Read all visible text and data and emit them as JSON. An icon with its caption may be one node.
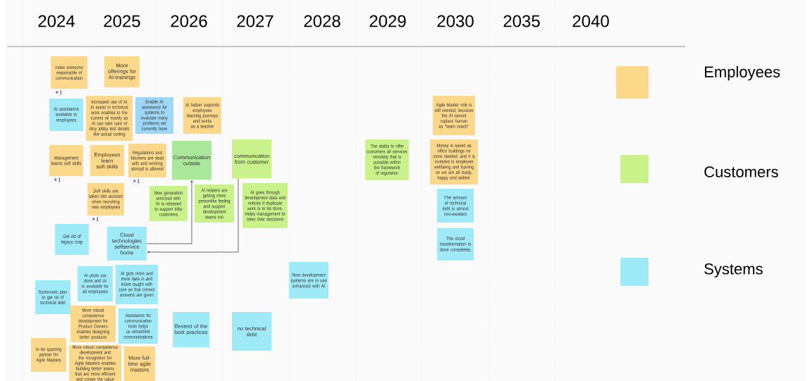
{
  "diagram": {
    "nodes": [
      {
        "text": [
          "make someone responsible of communication"
        ],
        "beside": [
          "1"
        ]
      },
      {
        "text": [
          "More offerings for AI-trainings"
        ]
      },
      {
        "text": [
          "AI assistance available to employees"
        ]
      },
      {
        "text": [
          "Increased use of AI to assist in technical work enables to the current oil mainly as AI can take care of dirty jobby test details like actual coding"
        ]
      },
      {
        "text": [
          "Enable AI assistance for systems to evaluate many problems we currently have"
        ]
      },
      {
        "text": [
          "AI helper supports employees learning journeys and works as a teacher"
        ]
      },
      {
        "text": [
          "Agile Master role is still needed, because the AI cannot replace human as \"team coach\""
        ]
      },
      {
        "text": [
          "Management learns soft skills"
        ],
        "beside": [
          "1"
        ]
      },
      {
        "text": [
          "Employees learn soft skills"
        ]
      },
      {
        "text": [
          "Regulations and blockers are dealt with and working abroad is allowed"
        ],
        "beside": [
          "1"
        ]
      },
      {
        "text": [
          "Communication outside"
        ]
      },
      {
        "text": [
          "communication from customer"
        ]
      },
      {
        "text": [
          "The ability to offer customers all services remotely that is possible within the framework of regulation"
        ]
      },
      {
        "text": [
          "Money is saved as office buildings no more needed, and it is invested in employee wellbeing and training so we are all ready, happy and skilled."
        ]
      },
      {
        "text": [
          "Soft skills are taken into account when recruiting new employees"
        ],
        "beside": [
          "1"
        ]
      },
      {
        "text": [
          "New generation enriched with AI is released to support tribe customers"
        ]
      },
      {
        "text": [
          "AI helpers are getting more personlike feeling and support development teams too"
        ]
      },
      {
        "text": [
          "AI goes through development data and notices if duplicate work is to be done. Helps management to steer their decisions"
        ]
      },
      {
        "text": [
          "The amount of technical debt is almost non-existent"
        ]
      },
      {
        "text": [
          "Get rid of legacy crap"
        ]
      },
      {
        "text": [
          "Cloud technologies selfservice home"
        ]
      },
      {
        "text": [
          "The cloud transformation is done completely."
        ]
      },
      {
        "text": [
          "New development systems are in use enhanced with AI"
        ]
      },
      {
        "text": [
          "AI pilots are done and AI is available for all employees"
        ]
      },
      {
        "text": [
          "AI gets more and more data in and is/are taught with care so that correct answers are given"
        ]
      },
      {
        "text": [
          "Systematic plan to get rid of technical debt"
        ]
      },
      {
        "text": [
          "Bestest of the best practices"
        ]
      },
      {
        "text": [
          "no technical debt"
        ]
      },
      {
        "text": [
          "More robust competence development for Product Owners enables designing better products"
        ]
      },
      {
        "text": [
          "Assistance for communication tools helps us streamline communications"
        ]
      },
      {
        "text": [
          "to be sparring partner for Agile Masters"
        ]
      },
      {
        "text": [
          "More robust competence development and the recognition for Agile Masters enables building better teams that are more efficient and create the value"
        ]
      },
      {
        "text": [
          "More full-time agile masters"
        ]
      }
    ],
    "edges": [
      {
        "from": 20,
        "to": 10,
        "arrow": "to"
      },
      {
        "from": 11,
        "to": 20,
        "arrow": "to"
      }
    ],
    "labels": [
      "2024",
      "2025",
      "2026",
      "2027",
      "2028",
      "2029",
      "2030",
      "2035",
      "2040"
    ],
    "legend": [
      {
        "text": "Employees",
        "color": "#fcd98a"
      },
      {
        "text": "Customers",
        "color": "#c9f28a"
      },
      {
        "text": "Systems",
        "color": "#9feaf9"
      }
    ]
  }
}
